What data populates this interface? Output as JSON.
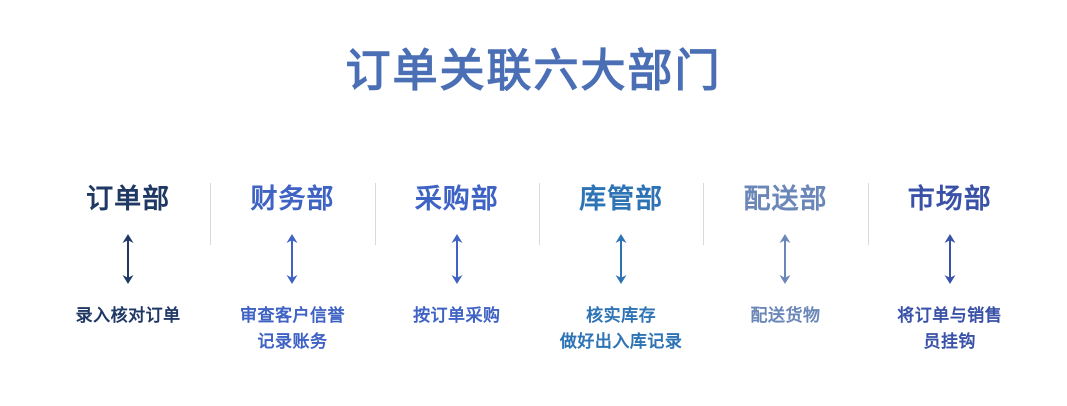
{
  "title": "订单关联六大部门",
  "title_color": "#4a6fb5",
  "background_color": "#ffffff",
  "divider_color": "#d9d9d9",
  "departments": [
    {
      "name": "订单部",
      "color": "#1f3864",
      "arrow": "double-headed-vertical-arrow",
      "desc_lines": [
        "录入核对订单"
      ]
    },
    {
      "name": "财务部",
      "color": "#3f63c4",
      "arrow": "double-headed-vertical-arrow",
      "desc_lines": [
        "审查客户信誉",
        "记录账务"
      ]
    },
    {
      "name": "采购部",
      "color": "#3f63c4",
      "arrow": "double-headed-vertical-arrow",
      "desc_lines": [
        "按订单采购"
      ]
    },
    {
      "name": "库管部",
      "color": "#2e74b5",
      "arrow": "double-headed-vertical-arrow",
      "desc_lines": [
        "核实库存",
        "做好出入库记录"
      ]
    },
    {
      "name": "配送部",
      "color": "#6b87b8",
      "arrow": "double-headed-vertical-arrow",
      "desc_lines": [
        "配送货物"
      ]
    },
    {
      "name": "市场部",
      "color": "#3a51a8",
      "arrow": "double-headed-vertical-arrow",
      "desc_lines": [
        "将订单与销售",
        "员挂钩"
      ]
    }
  ]
}
